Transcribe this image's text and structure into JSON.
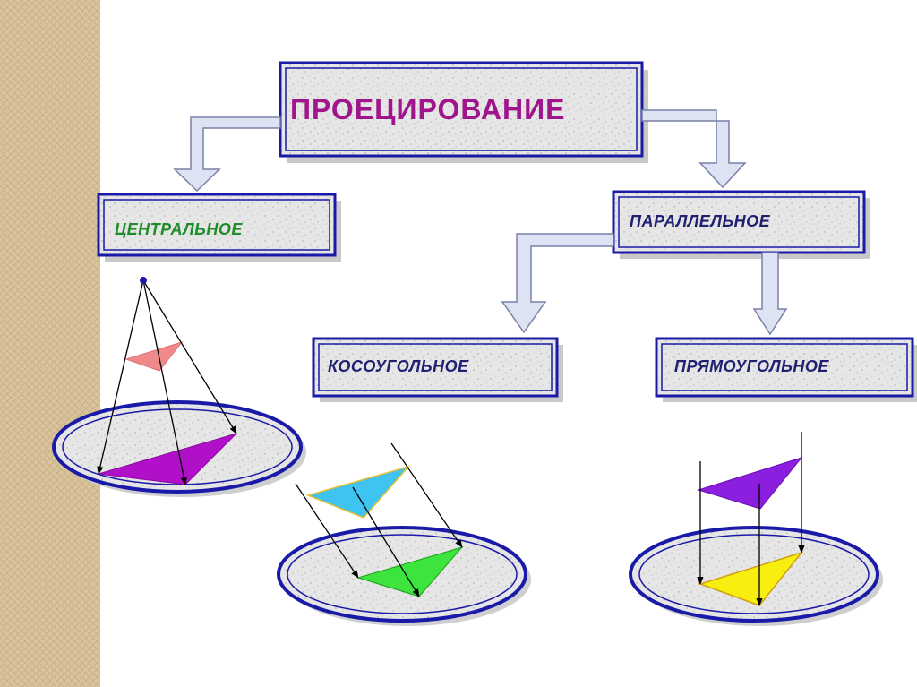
{
  "colors": {
    "title_text": "#a0148c",
    "central_text": "#1e8c28",
    "other_text": "#202070",
    "frame_blue": "#1a1aa8",
    "arrow_fill": "#dde3f2",
    "arrow_stroke": "#7a80a8",
    "left_strip": "#d9c49b"
  },
  "nodes": {
    "root": "ПРОЕЦИРОВАНИЕ",
    "central": "ЦЕНТРАЛЬНОЕ",
    "parallel": "ПАРАЛЛЕЛЬНОЕ",
    "oblique": "КОСОУГОЛЬНОЕ",
    "orthogonal": "ПРЯМОУГОЛЬНОЕ"
  }
}
